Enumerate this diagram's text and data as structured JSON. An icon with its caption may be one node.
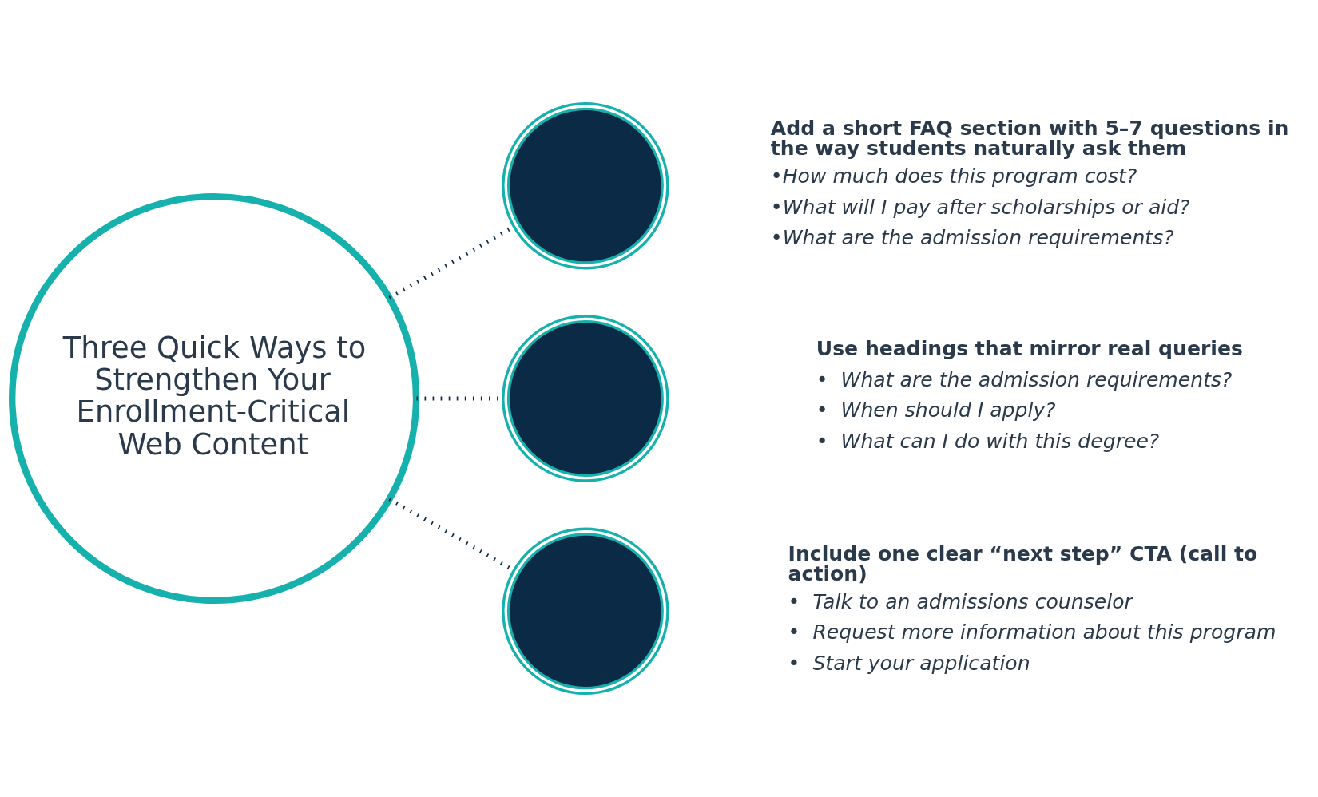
{
  "diagram": {
    "nodes": [
      {
        "text": [
          "Three Quick Ways to Strengthen Your Enrollment-Critical Web Content"
        ]
      },
      {
        "text": [],
        "shape": "circle",
        "beside": [
          "Add a short FAQ section with 5–7 questions in the way students naturally ask them",
          "•How much does this program cost?",
          "•What will I pay after scholarships or aid?",
          "•What are the admission requirements?"
        ]
      },
      {
        "text": [],
        "shape": "circle",
        "beside": [
          "Use headings that mirror real queries",
          "•  What are the admission requirements?",
          "•  When should I apply?",
          "•  What can I do with this degree?"
        ]
      },
      {
        "text": [],
        "shape": "circle",
        "beside": [
          "Include one clear “next step” CTA (call to action)",
          "•  Talk to an admissions counselor",
          "•  Request more information about this program",
          "•  Start your application"
        ]
      }
    ],
    "edges": [
      {
        "from": 0,
        "to": 1,
        "arrow": "none",
        "style": "dashed"
      },
      {
        "from": 0,
        "to": 2,
        "arrow": "none",
        "style": "dashed"
      },
      {
        "from": 0,
        "to": 3,
        "arrow": "none",
        "style": "dashed"
      }
    ]
  }
}
